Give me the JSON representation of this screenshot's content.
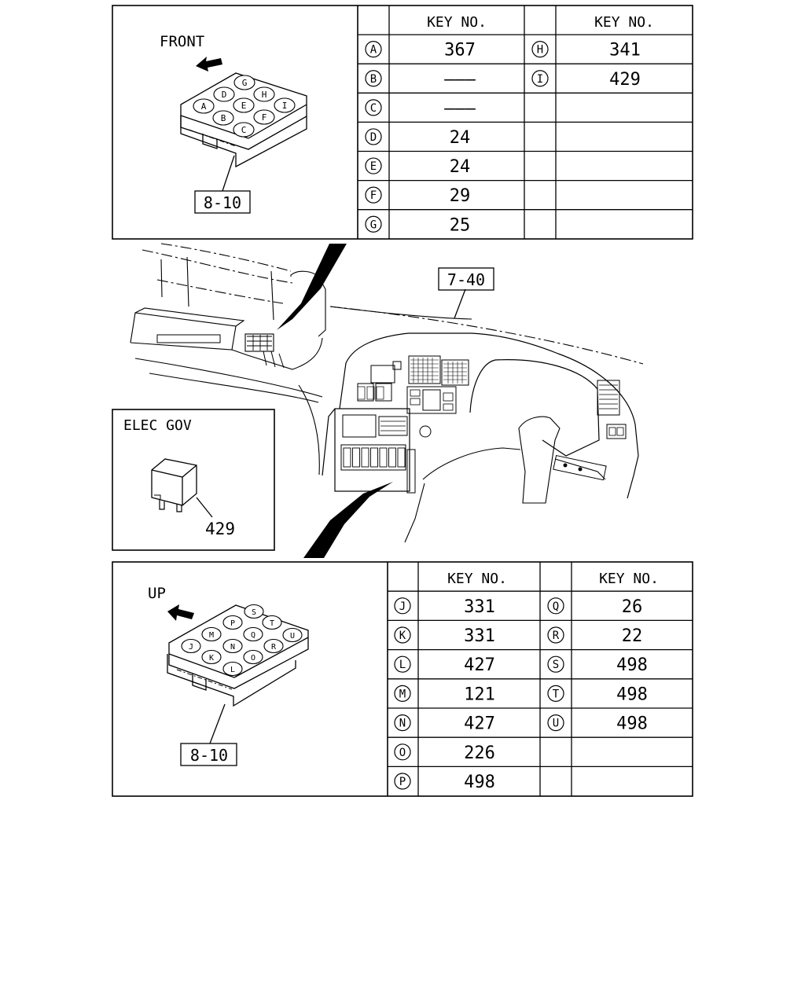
{
  "top_panel": {
    "direction_label": "FRONT",
    "ref_label": "8-10",
    "block_letters": [
      "A",
      "B",
      "C",
      "D",
      "E",
      "F",
      "G",
      "H",
      "I"
    ],
    "header_key": "KEY NO.",
    "rows_left": [
      {
        "letter": "A",
        "value": "367"
      },
      {
        "letter": "B",
        "value": "———"
      },
      {
        "letter": "C",
        "value": "———"
      },
      {
        "letter": "D",
        "value": "24"
      },
      {
        "letter": "E",
        "value": "24"
      },
      {
        "letter": "F",
        "value": "29"
      },
      {
        "letter": "G",
        "value": "25"
      }
    ],
    "rows_right": [
      {
        "letter": "H",
        "value": "341"
      },
      {
        "letter": "I",
        "value": "429"
      },
      {
        "letter": "",
        "value": ""
      },
      {
        "letter": "",
        "value": ""
      },
      {
        "letter": "",
        "value": ""
      },
      {
        "letter": "",
        "value": ""
      },
      {
        "letter": "",
        "value": ""
      }
    ]
  },
  "middle": {
    "dash_ref_label": "7-40",
    "elec_gov": {
      "title": "ELEC GOV",
      "key_no": "429"
    }
  },
  "bottom_panel": {
    "direction_label": "UP",
    "ref_label": "8-10",
    "block_letters": [
      "J",
      "K",
      "L",
      "M",
      "N",
      "O",
      "P",
      "Q",
      "R",
      "S",
      "T",
      "U"
    ],
    "header_key": "KEY NO.",
    "rows_left": [
      {
        "letter": "J",
        "value": "331"
      },
      {
        "letter": "K",
        "value": "331"
      },
      {
        "letter": "L",
        "value": "427"
      },
      {
        "letter": "M",
        "value": "121"
      },
      {
        "letter": "N",
        "value": "427"
      },
      {
        "letter": "O",
        "value": "226"
      },
      {
        "letter": "P",
        "value": "498"
      }
    ],
    "rows_right": [
      {
        "letter": "Q",
        "value": "26"
      },
      {
        "letter": "R",
        "value": "22"
      },
      {
        "letter": "S",
        "value": "498"
      },
      {
        "letter": "T",
        "value": "498"
      },
      {
        "letter": "U",
        "value": "498"
      },
      {
        "letter": "",
        "value": ""
      },
      {
        "letter": "",
        "value": ""
      }
    ]
  }
}
